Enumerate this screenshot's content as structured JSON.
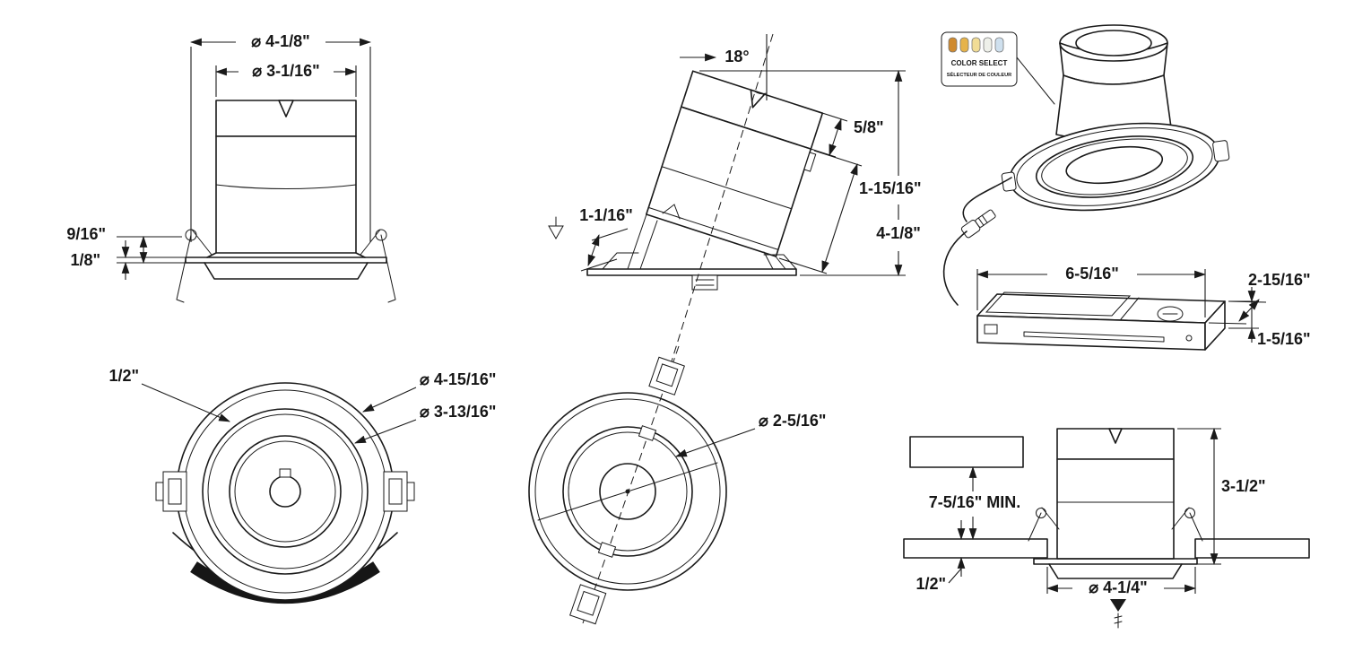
{
  "meta": {
    "background": "#ffffff",
    "ink": "#1a1a1a"
  },
  "badge": {
    "title": "COLOR SELECT",
    "subtitle": "SÉLECTEUR DE COULEUR",
    "swatches": [
      "#cf8a2e",
      "#e6b34a",
      "#f1dc95",
      "#eef0e9",
      "#cfe0ee"
    ]
  },
  "views": {
    "front_elevation": {
      "dia_outer": "⌀ 4-1/8\"",
      "dia_inner": "⌀ 3-1/16\"",
      "regress": "9/16\"",
      "flange_thickness": "1/8\""
    },
    "tilted": {
      "tilt_angle": "18°",
      "band_height": "5/8\"",
      "body_length": "1-15/16\"",
      "recess": "1-1/16\"",
      "overall_height": "4-1/8\""
    },
    "isometric": {
      "box_length": "6-5/16\"",
      "box_depth": "2-15/16\"",
      "box_height": "1-5/16\""
    },
    "plan": {
      "trim_ring": "1/2\"",
      "dia_outer": "⌀ 4-15/16\"",
      "dia_inner": "⌀ 3-13/16\""
    },
    "plan_rotated": {
      "dia_aperture": "⌀ 2-5/16\""
    },
    "installation": {
      "min_clearance": "7-5/16\" MIN.",
      "housing_height": "3-1/2\"",
      "ceiling_thickness": "1/2\"",
      "cutout_dia": "⌀ 4-1/4\""
    }
  }
}
